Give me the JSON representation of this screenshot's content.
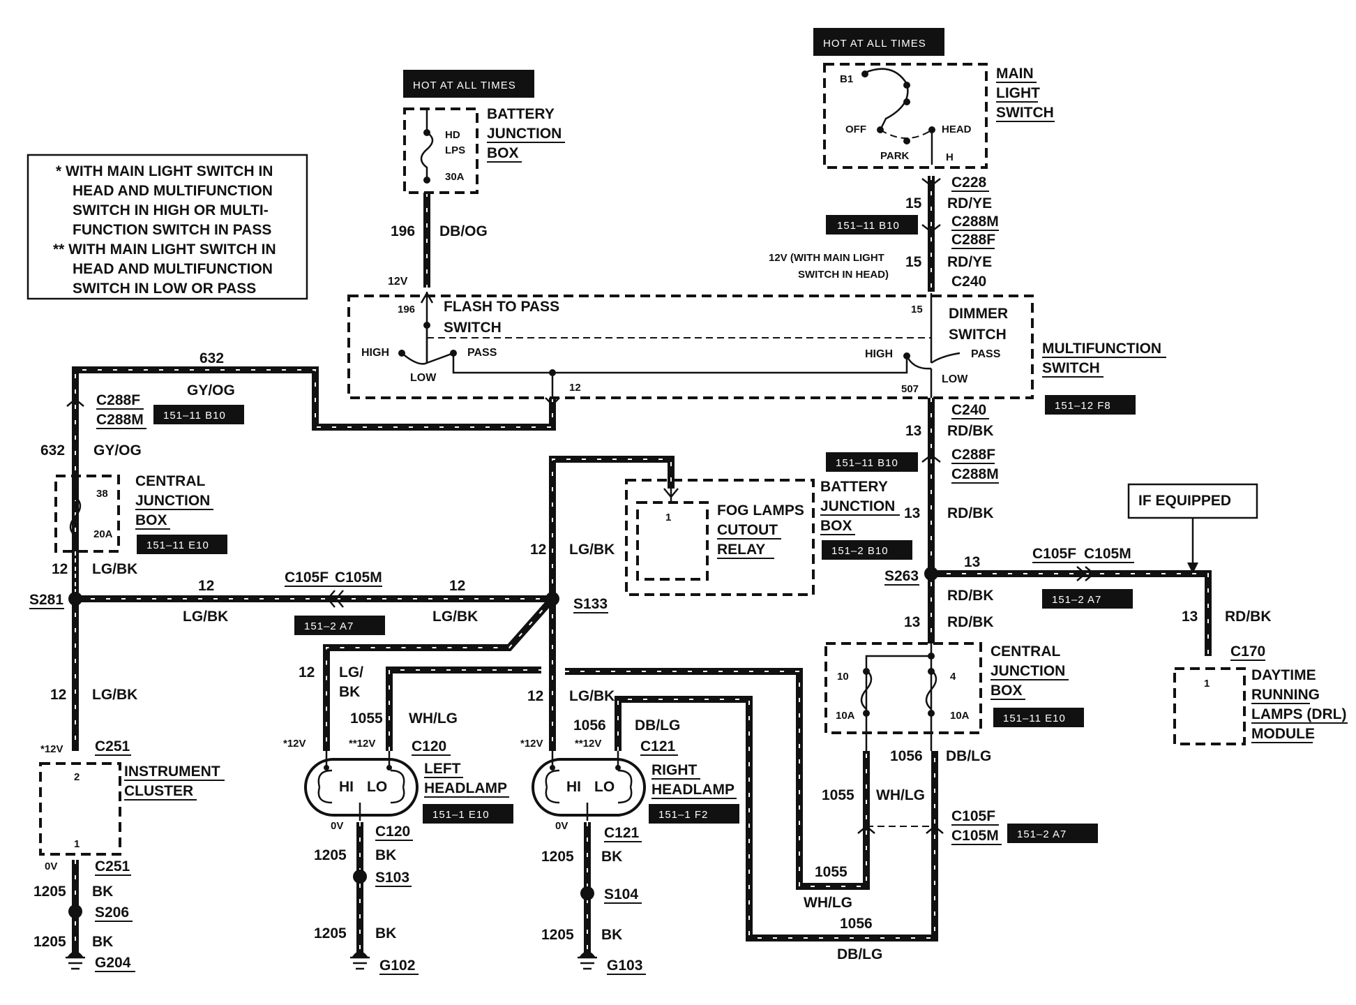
{
  "notes": {
    "lines": [
      "*  WITH MAIN LIGHT SWITCH IN",
      "HEAD AND MULTIFUNCTION",
      "SWITCH IN HIGH OR MULTI-",
      "FUNCTION SWITCH IN PASS",
      "**  WITH MAIN LIGHT SWITCH IN",
      "HEAD AND MULTIFUNCTION",
      "SWITCH IN LOW OR PASS"
    ]
  },
  "hot_labels": {
    "battery": "HOT AT ALL TIMES",
    "main_switch": "HOT AT ALL TIMES"
  },
  "if_equipped": "IF EQUIPPED",
  "components": {
    "battery_jb_top": [
      "BATTERY",
      "JUNCTION",
      "BOX"
    ],
    "battery_jb_fuse": [
      "HD",
      "LPS",
      "30A"
    ],
    "main_light_switch": [
      "MAIN",
      "LIGHT",
      "SWITCH"
    ],
    "main_switch_terms": {
      "b1": "B1",
      "off": "OFF",
      "head": "HEAD",
      "park": "PARK",
      "h": "H"
    },
    "multifunction_switch": [
      "MULTIFUNCTION",
      "SWITCH"
    ],
    "flash_to_pass": [
      "FLASH TO PASS",
      "SWITCH"
    ],
    "dimmer_switch": [
      "DIMMER",
      "SWITCH"
    ],
    "mf_terms": {
      "high": "HIGH",
      "low": "LOW",
      "pass": "PASS",
      "n196": "196",
      "n15": "15",
      "n12": "12",
      "n507": "507"
    },
    "central_jb_left": [
      "CENTRAL",
      "JUNCTION",
      "BOX"
    ],
    "central_jb_left_fuse": [
      "38",
      "20A"
    ],
    "fog_relay": [
      "FOG LAMPS",
      "CUTOUT",
      "RELAY"
    ],
    "fog_relay_pin": "1",
    "battery_jb_mid": [
      "BATTERY",
      "JUNCTION",
      "BOX"
    ],
    "central_jb_right": [
      "CENTRAL",
      "JUNCTION",
      "BOX"
    ],
    "central_jb_right_fuses": [
      "10",
      "10A",
      "4",
      "10A"
    ],
    "instrument_cluster": [
      "INSTRUMENT",
      "CLUSTER"
    ],
    "instrument_pins": [
      "2",
      "1"
    ],
    "left_headlamp": [
      "LEFT",
      "HEADLAMP"
    ],
    "right_headlamp": [
      "RIGHT",
      "HEADLAMP"
    ],
    "lamp_hi": "HI",
    "lamp_lo": "LO",
    "drl_module": [
      "DAYTIME",
      "RUNNING",
      "LAMPS (DRL)",
      "MODULE"
    ],
    "drl_pin": "1"
  },
  "refs": {
    "r1": "151–11 B10",
    "r2": "151–11 B10",
    "r3": "151–12 F8",
    "r4": "151–11 B10",
    "r5": "151–11 E10",
    "r6": "151–2 B10",
    "r7": "151–2 A7",
    "r8": "151–2 A7",
    "r9": "151–11 E10",
    "r10": "151–1 E10",
    "r11": "151–1 F2",
    "r12": "151–2 A7"
  },
  "wires": {
    "w196": "196",
    "dbog": "DB/OG",
    "w15a": "15",
    "rdye_a": "RD/YE",
    "w15b": "15",
    "rdye_b": "RD/YE",
    "w12v_main": "12V (WITH MAIN LIGHT",
    "w12v_main2": "SWITCH IN HEAD)",
    "v12_top": "12V",
    "w632a": "632",
    "gyog_a": "GY/OG",
    "w632b": "632",
    "gyog_b": "GY/OG",
    "w13a": "13",
    "rdbk_a": "RD/BK",
    "w13b": "13",
    "rdbk_b": "RD/BK",
    "w13c": "13",
    "w13d": "13",
    "rdbk_d": "RD/BK",
    "w13e": "13",
    "rdbk_e": "RD/BK",
    "w13f": "13",
    "rdbk_f": "RD/BK",
    "w12a": "12",
    "lgbk_a": "LG/BK",
    "w12b": "12",
    "lgbk_b": "LG/BK",
    "w12c": "12",
    "lgbk_c": "LG/BK",
    "w12d": "12",
    "lgbk_d": "LG/BK",
    "w12e": "12",
    "lgbk_e": "LG/BK",
    "w12f": "12",
    "lgbk_f1": "LG/",
    "lgbk_f2": "BK",
    "w12g": "12",
    "lgbk_g": "LG/BK",
    "w1055a": "1055",
    "whlg_a": "WH/LG",
    "w1055b": "1055",
    "whlg_b": "WH/LG",
    "w1055c": "1055",
    "whlg_c": "WH/LG",
    "w1056a": "1056",
    "dblg_a": "DB/LG",
    "w1056b": "1056",
    "dblg_b": "DB/LG",
    "w1056c": "1056",
    "dblg_c": "DB/LG",
    "w1205a": "1205",
    "bk_a": "BK",
    "w1205b": "1205",
    "bk_b": "BK",
    "w1205c": "1205",
    "bk_c": "BK",
    "w1205d": "1205",
    "bk_d": "BK",
    "w1205e": "1205",
    "bk_e": "BK",
    "w1205f": "1205",
    "bk_f": "BK",
    "v12_ic": "*12V",
    "v0_ic": "0V",
    "v12_lh1": "*12V",
    "v12_lh2": "**12V",
    "v0_lh": "0V",
    "v12_rh1": "*12V",
    "v12_rh2": "**12V",
    "v0_rh": "0V"
  },
  "connectors": {
    "c228": "C228",
    "c288m_top": "C288M",
    "c288f_top": "C288F",
    "c240_top": "C240",
    "c240_bot": "C240",
    "c288f_r": "C288F",
    "c288m_r": "C288M",
    "c288f_l": "C288F",
    "c288m_l": "C288M",
    "c105f_a": "C105F",
    "c105m_a": "C105M",
    "c105f_b": "C105F",
    "c105m_b": "C105M",
    "c105f_c": "C105F",
    "c105m_c": "C105M",
    "c170": "C170",
    "c251_top": "C251",
    "c251_bot": "C251",
    "c120_top": "C120",
    "c120_bot": "C120",
    "c121_top": "C121",
    "c121_bot": "C121"
  },
  "splices": {
    "s281": "S281",
    "s133": "S133",
    "s263": "S263",
    "s206": "S206",
    "s103": "S103",
    "s104": "S104"
  },
  "grounds": {
    "g204": "G204",
    "g102": "G102",
    "g103": "G103"
  }
}
